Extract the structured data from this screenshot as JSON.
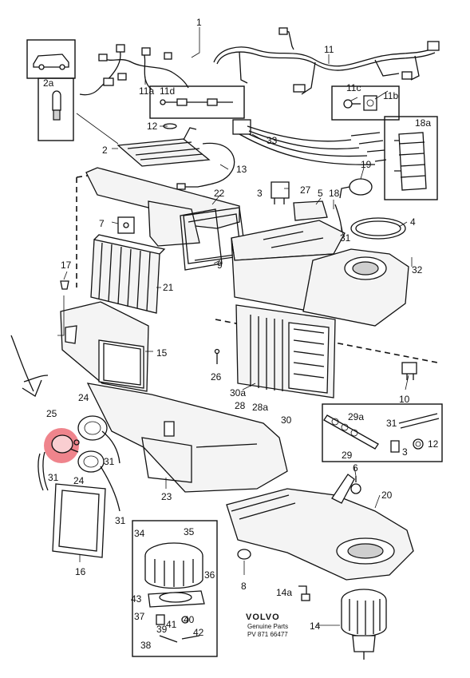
{
  "callouts": [
    "1",
    "2",
    "2a",
    "3",
    "3",
    "4",
    "5",
    "6",
    "7",
    "8",
    "9",
    "10",
    "11",
    "11a",
    "11b",
    "11c",
    "11d",
    "12",
    "12",
    "13",
    "14",
    "14a",
    "15",
    "16",
    "17",
    "18",
    "18a",
    "19",
    "20",
    "21",
    "22",
    "23",
    "24",
    "24",
    "25",
    "26",
    "27",
    "28",
    "28a",
    "29",
    "29a",
    "30",
    "30a",
    "31",
    "31",
    "31",
    "31",
    "31",
    "32",
    "33",
    "34",
    "35",
    "36",
    "37",
    "38",
    "39",
    "40",
    "41",
    "42",
    "43"
  ],
  "brand": {
    "name": "VOLVO",
    "line1": "Genuine Parts",
    "line2": "PV 871 66477"
  },
  "highlight_color": "#e8505b",
  "line_color": "#111111"
}
